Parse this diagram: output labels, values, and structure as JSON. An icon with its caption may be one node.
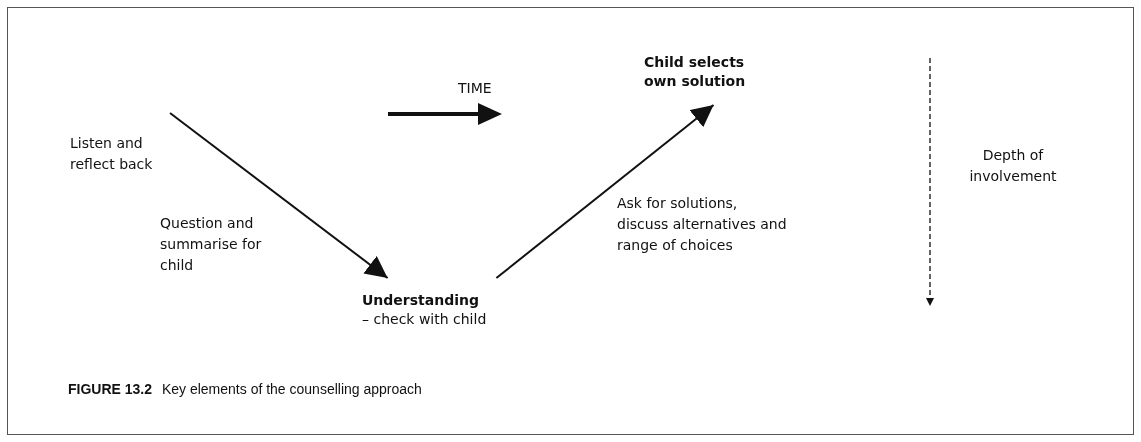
{
  "diagram": {
    "caption": "**FIGURE 13.2** Key elements of the counselling approach",
    "nodes": [
      {
        "text": [
          "Understanding",
          "– check with child"
        ]
      },
      {
        "text": [
          "Child selects own solution"
        ]
      }
    ],
    "edges": [
      {
        "from": null,
        "to": 0,
        "arrow": "to"
      },
      {
        "from": 0,
        "to": 1,
        "arrow": "to"
      }
    ],
    "labels": [
      "TIME",
      "Listen and reflect back",
      "Depth of involvement",
      "Question and summarise for child",
      "Ask for solutions, discuss alternatives and range of choices"
    ]
  }
}
